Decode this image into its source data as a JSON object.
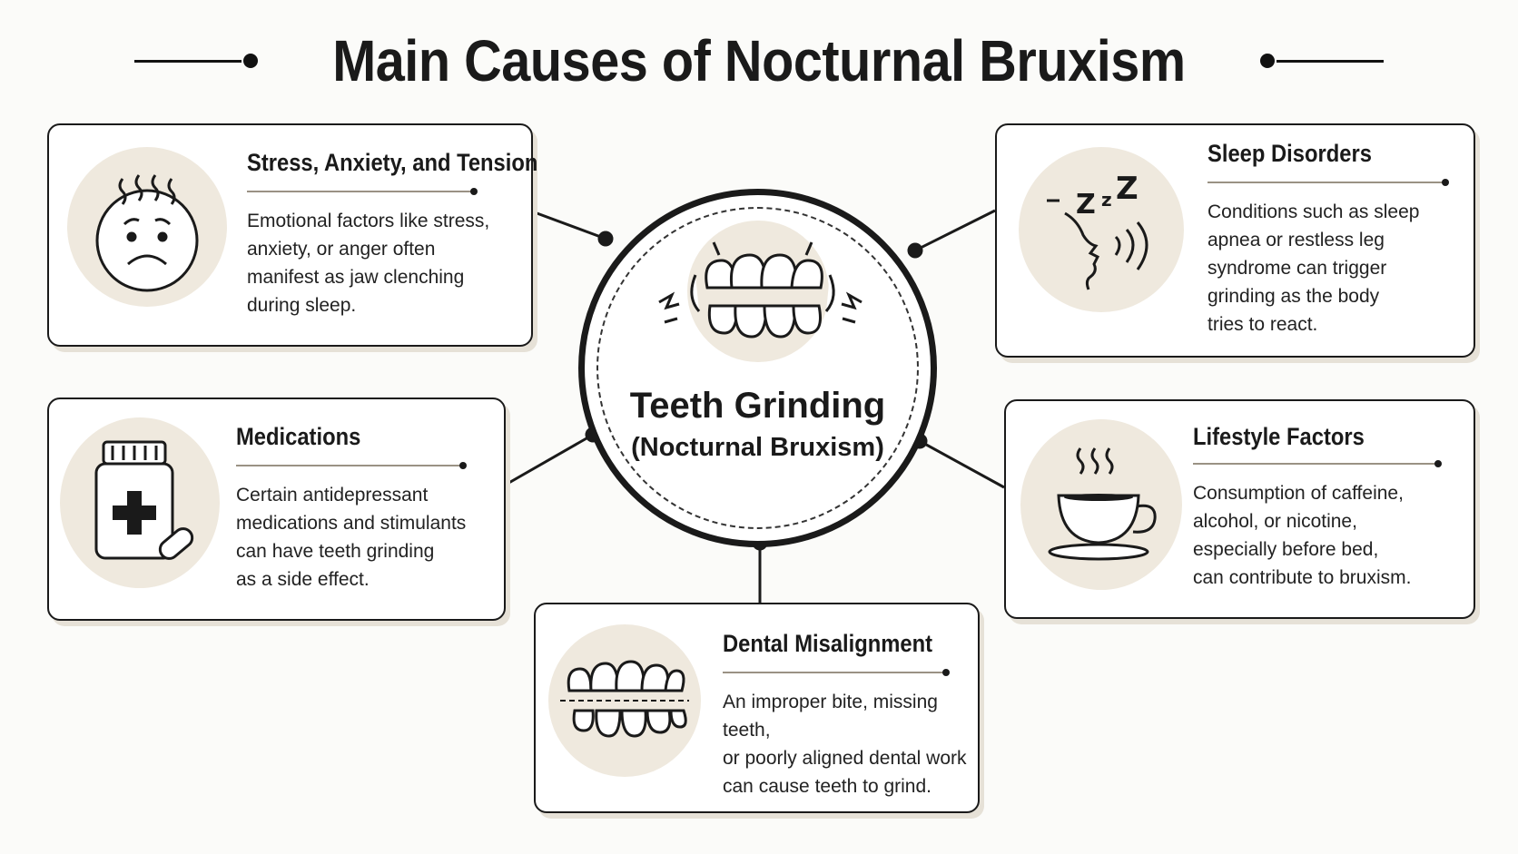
{
  "title": "Main Causes of Nocturnal Bruxism",
  "center": {
    "title": "Teeth Grinding",
    "subtitle": "(Nocturnal Bruxism)",
    "icon": "teeth-grinding-icon"
  },
  "causes": {
    "stress": {
      "title": "Stress, Anxiety, and Tension",
      "lines": [
        "Emotional factors like stress,",
        "anxiety, or anger often",
        "manifest as jaw clenching",
        "during sleep."
      ],
      "icon": "worried-face-icon"
    },
    "sleep": {
      "title": "Sleep Disorders",
      "lines": [
        "Conditions such as sleep",
        "apnea or restless leg",
        "syndrome can trigger",
        "grinding as the body",
        "tries to react."
      ],
      "icon": "snoring-profile-icon"
    },
    "meds": {
      "title": "Medications",
      "lines": [
        "Certain antidepressant",
        "medications and stimulants",
        "can have teeth grinding",
        "as a side effect."
      ],
      "icon": "pill-bottle-icon"
    },
    "life": {
      "title": "Lifestyle Factors",
      "lines": [
        "Consumption of caffeine,",
        "alcohol, or nicotine,",
        "especially before bed,",
        "can contribute to bruxism."
      ],
      "icon": "coffee-cup-icon"
    },
    "dental": {
      "title": "Dental Misalignment",
      "lines": [
        "An improper bite, missing teeth,",
        "or poorly aligned dental work",
        "can cause teeth to grind."
      ],
      "icon": "misaligned-teeth-icon"
    }
  },
  "colors": {
    "ink": "#1a1a1a",
    "accent_bg": "#efe9de",
    "shadow": "#e6e1d7"
  }
}
